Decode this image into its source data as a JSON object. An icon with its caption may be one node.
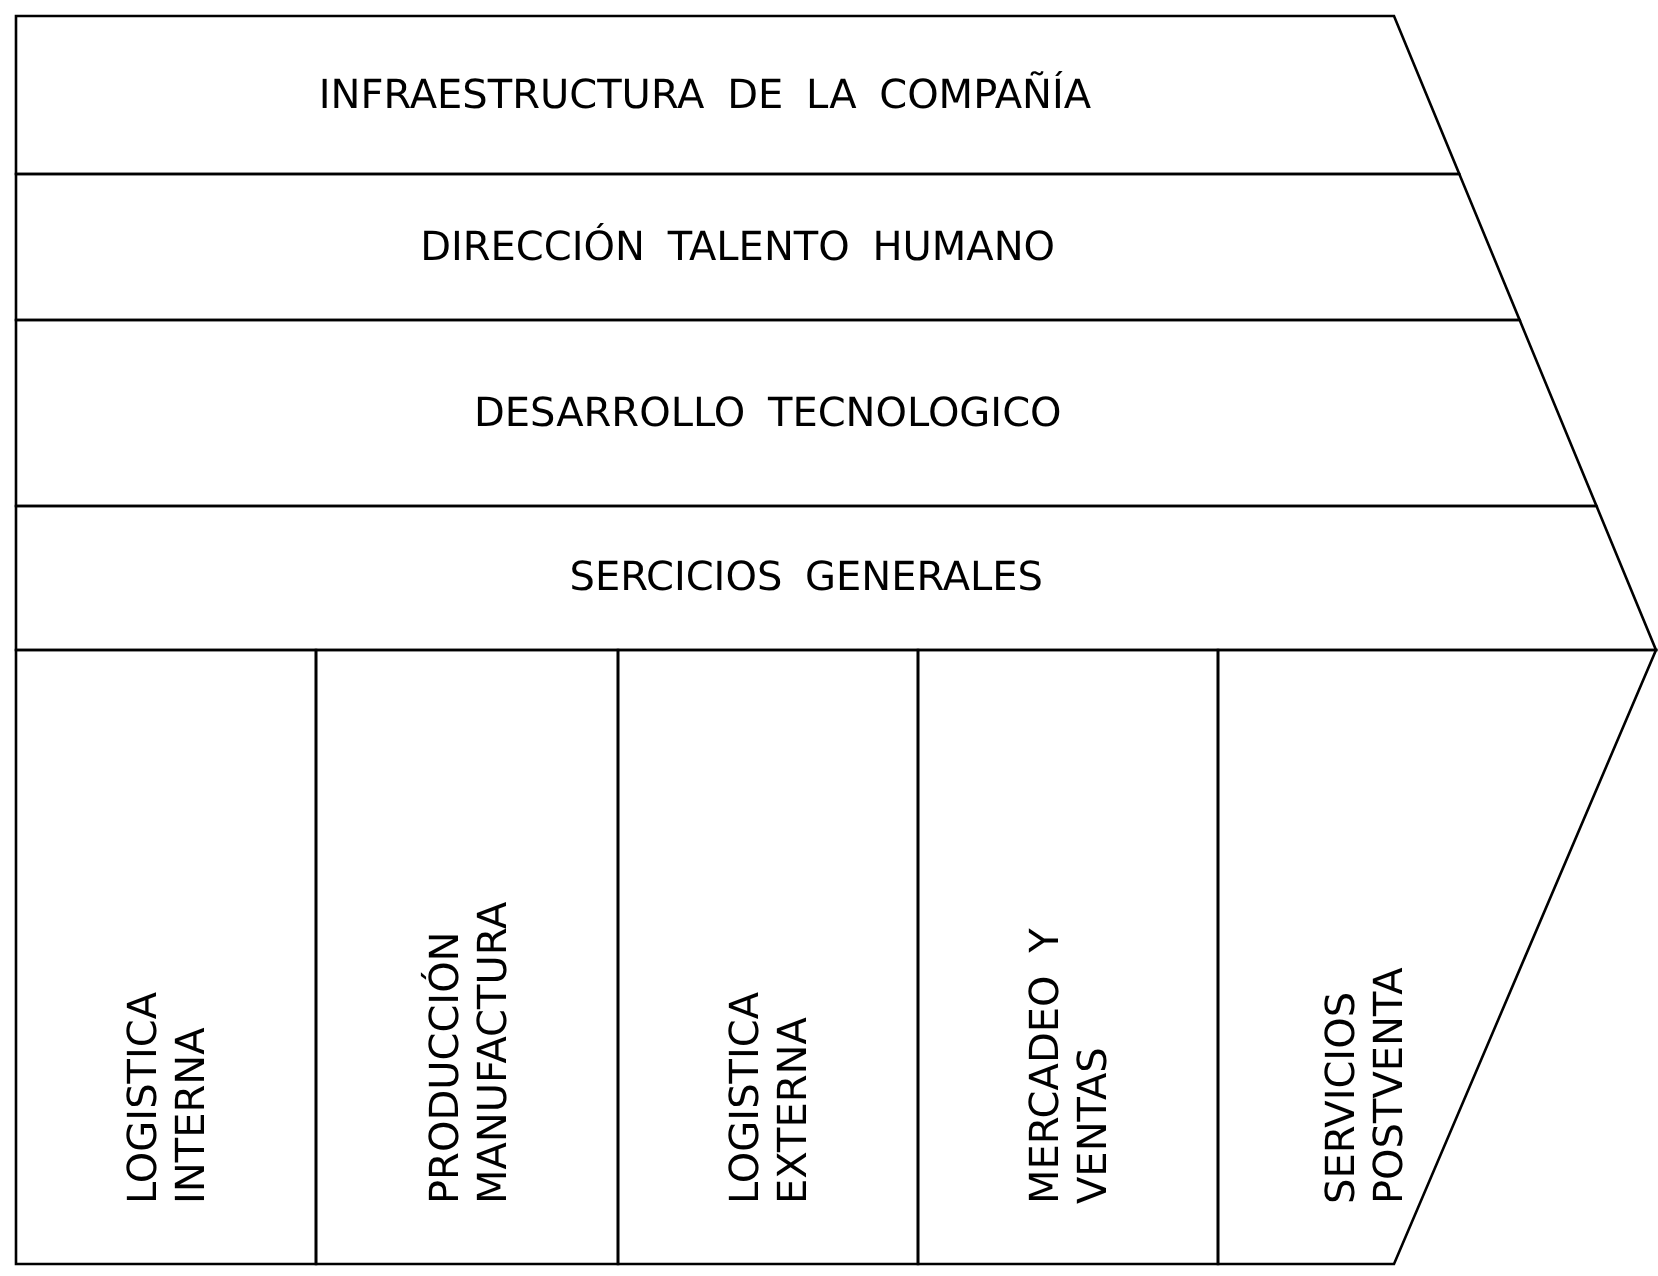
{
  "diagram": {
    "nodes": [
      {
        "text": [
          "INFRAESTRUCTURA DE LA COMPAÑÍA"
        ]
      },
      {
        "text": [
          "DIRECCIÓN TALENTO HUMANO"
        ]
      },
      {
        "text": [
          "DESARROLLO TECNOLOGICO"
        ]
      },
      {
        "text": [
          "SERCICIOS GENERALES"
        ]
      },
      {
        "text": [
          "LOGISTICA INTERNA"
        ]
      },
      {
        "text": [
          "PRODUCCIÓN MANUFACTURA"
        ]
      },
      {
        "text": [
          "LOGISTICA EXTERNA"
        ]
      },
      {
        "text": [
          "MERCADEO Y VENTAS"
        ]
      },
      {
        "text": [
          "SERVICIOS POSTVENTA"
        ]
      }
    ]
  }
}
